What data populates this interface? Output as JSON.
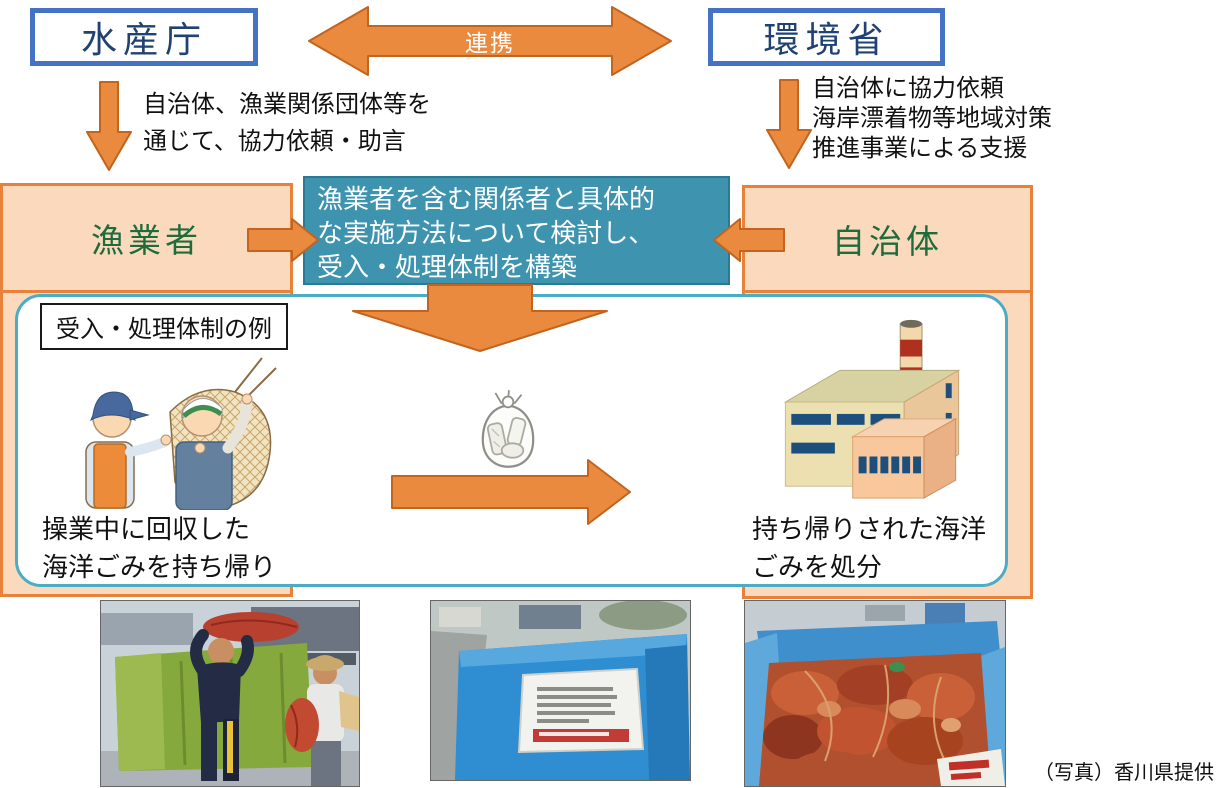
{
  "texts": {
    "fisheries_agency": "水産庁",
    "environment_ministry": "環境省",
    "cooperation": "連携",
    "fisheries_note": "自治体、漁業関係団体等を\n通じて、協力依頼・助言",
    "environment_note": "自治体に協力依頼\n海岸漂着物等地域対策\n推進事業による支援",
    "fishers": "漁業者",
    "municipality": "自治体",
    "consultation": "漁業者を含む関係者と具体的\nな実施方法について検討し、\n受入・処理体制を構築",
    "example_title": "受入・処理体制の例",
    "bring_back": "操業中に回収した\n海洋ごみを持ち帰り",
    "dispose": "持ち帰りされた海洋\nごみを処分",
    "photo_credit": "（写真）香川県提供"
  },
  "icons": {
    "fishers_illustration": "two-fishers-holding-net",
    "garbage_bag": "tied-garbage-bag",
    "factory": "waste-disposal-facility",
    "photo1": "photo-loading-red-debris-bags-into-green-container",
    "photo2": "photo-blue-container-with-notice-sign",
    "photo3": "photo-blue-container-filled-with-red-debris-bags"
  },
  "colors": {
    "arrow_fill": "#E98A3F",
    "arrow_border": "#C2641E",
    "panel_fill": "#FAD9BD",
    "panel_border": "#E8823B",
    "teal_fill": "#3E93AE",
    "teal_border": "#2B7A94",
    "agency_box_border": "#4472C4",
    "agency_text": "#1F4173",
    "actor_text_green": "#1E6B3C",
    "example_box_border": "#4BACC6"
  }
}
